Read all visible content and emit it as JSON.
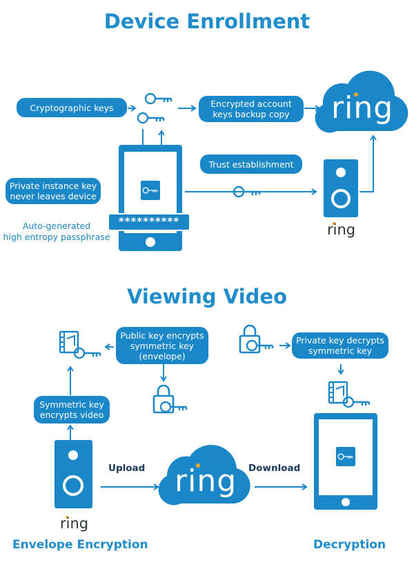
{
  "enrollment": {
    "title": "Device Enrollment",
    "cryptographic_keys": "Cryptographic keys",
    "encrypted_backup": "Encrypted account\nkeys backup copy",
    "trust_establishment": "Trust establishment",
    "private_instance_key": "Private  instance key\nnever leaves device",
    "passphrase_mask": "**********",
    "passphrase_label": "Auto-generated\nhigh entropy passphrase",
    "cloud_brand": "ring",
    "doorbell_brand": "ring"
  },
  "viewing": {
    "title": "Viewing Video",
    "public_key_encrypts": "Public key encrypts\nsymmetric key\n(envelope)",
    "private_key_decrypts": "Private key decrypts\nsymmetric key",
    "symmetric_key_encrypts": "Symmetric key\nencrypts video",
    "upload": "Upload",
    "download": "Download",
    "cloud_brand": "ring",
    "doorbell_brand": "ring",
    "envelope_encryption": "Envelope Encryption",
    "decryption": "Decryption"
  },
  "colors": {
    "primary": "#1a87c8",
    "title": "#1f8ccb",
    "accent_dot": "#f5a623",
    "dark_text": "#1b3a5b"
  },
  "icons": [
    "key-icon",
    "lock-icon",
    "video-file-icon",
    "chip-icon",
    "phone-icon",
    "doorbell-icon",
    "cloud-icon",
    "arrow-icon"
  ]
}
